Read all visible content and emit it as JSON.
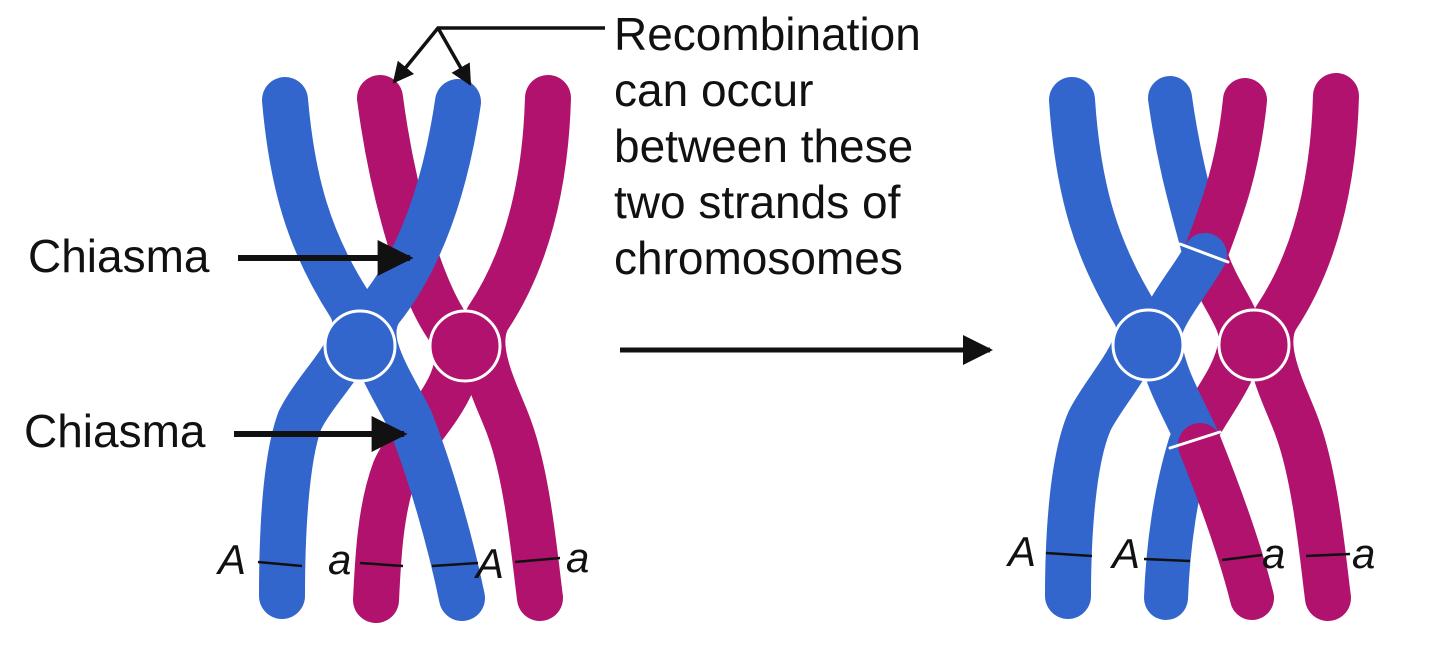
{
  "colors": {
    "blue": "#3366CC",
    "magenta": "#B0126E",
    "text": "#111111",
    "outline": "#ffffff"
  },
  "labels": {
    "callout_lines": [
      "Recombination",
      "can occur",
      "between these",
      "two strands of",
      "chromosomes"
    ],
    "chiasma_top": "Chiasma",
    "chiasma_bottom": "Chiasma"
  },
  "alleles": {
    "before": [
      "A",
      "a",
      "A",
      "a"
    ],
    "after": [
      "A",
      "A",
      "a",
      "a"
    ]
  }
}
